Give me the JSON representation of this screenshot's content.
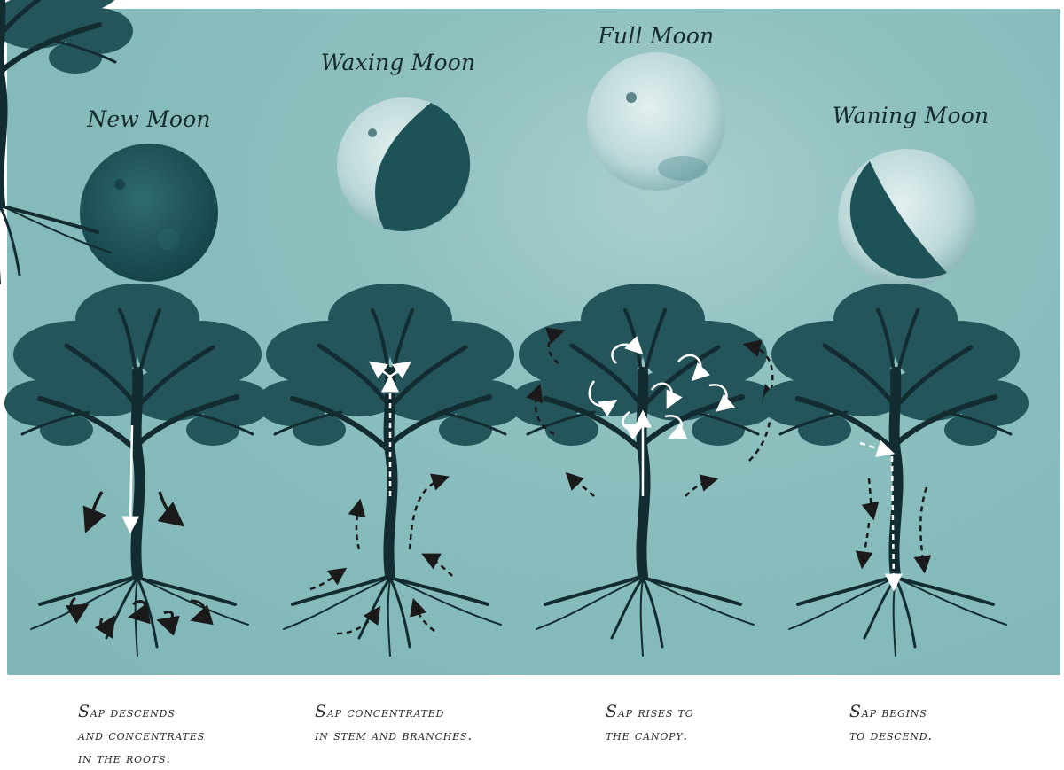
{
  "phases": [
    {
      "title": "New Moon",
      "caption": "Sap descends\nand concentrates\nin the roots."
    },
    {
      "title": "Waxing Moon",
      "caption": "Sap concentrated\nin stem and branches."
    },
    {
      "title": "Full Moon",
      "caption": "Sap rises to\nthe canopy."
    },
    {
      "title": "Waning Moon",
      "caption": "Sap begins\nto descend."
    }
  ],
  "colors": {
    "background": "#86bbbb",
    "moon_dark": "#1f5257",
    "moon_light": "#c8dfe0",
    "tree": "#163338",
    "canopy": "#23555b",
    "arrow_light": "#ffffff",
    "arrow_dark": "#1a1a1a"
  }
}
